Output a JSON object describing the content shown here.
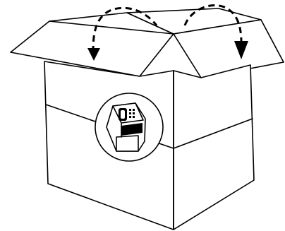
{
  "diagram": {
    "subject": "packing-box-open",
    "contents_icon": "fingerprint-scanner-device",
    "arrows": [
      "fold-left-flap-down",
      "fold-right-flap-down"
    ],
    "colors": {
      "stroke": "#000000",
      "fill": "#ffffff"
    }
  }
}
